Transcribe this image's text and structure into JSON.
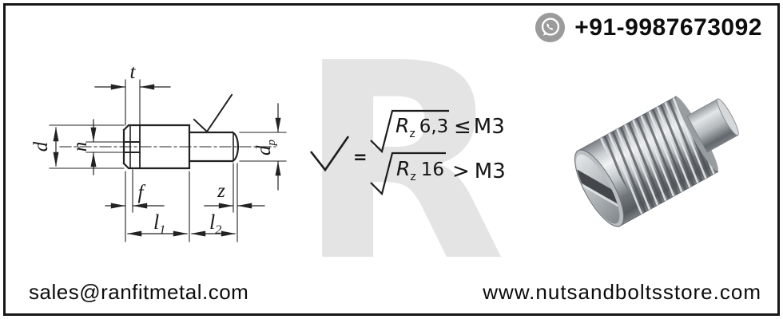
{
  "contact": {
    "phone": "+91-9987673092"
  },
  "footer": {
    "email": "sales@ranfitmetal.com",
    "website": "www.nutsandboltsstore.com"
  },
  "watermark": {
    "letter": "R"
  },
  "drawing": {
    "labels": {
      "t": "t",
      "d": "d",
      "n": "n",
      "f": "f",
      "z": "z",
      "l1_base": "l",
      "l1_sub": "1",
      "l2_base": "l",
      "l2_sub": "2",
      "dp_base": "d",
      "dp_sub": "p"
    }
  },
  "roughness": {
    "equals": "=",
    "rows": [
      {
        "symbol": "R",
        "sub": "z",
        "value": "6,3",
        "relation": "≤",
        "thread": "M3"
      },
      {
        "symbol": "R",
        "sub": "z",
        "value": "16",
        "relation": ">",
        "thread": "M3"
      }
    ]
  },
  "colors": {
    "line": "#222222",
    "whatsapp_gray": "#9b9b9b",
    "watermark_gray": "#e4e4e4",
    "metal_light": "#eef0f1",
    "metal_dark": "#5f6468"
  }
}
